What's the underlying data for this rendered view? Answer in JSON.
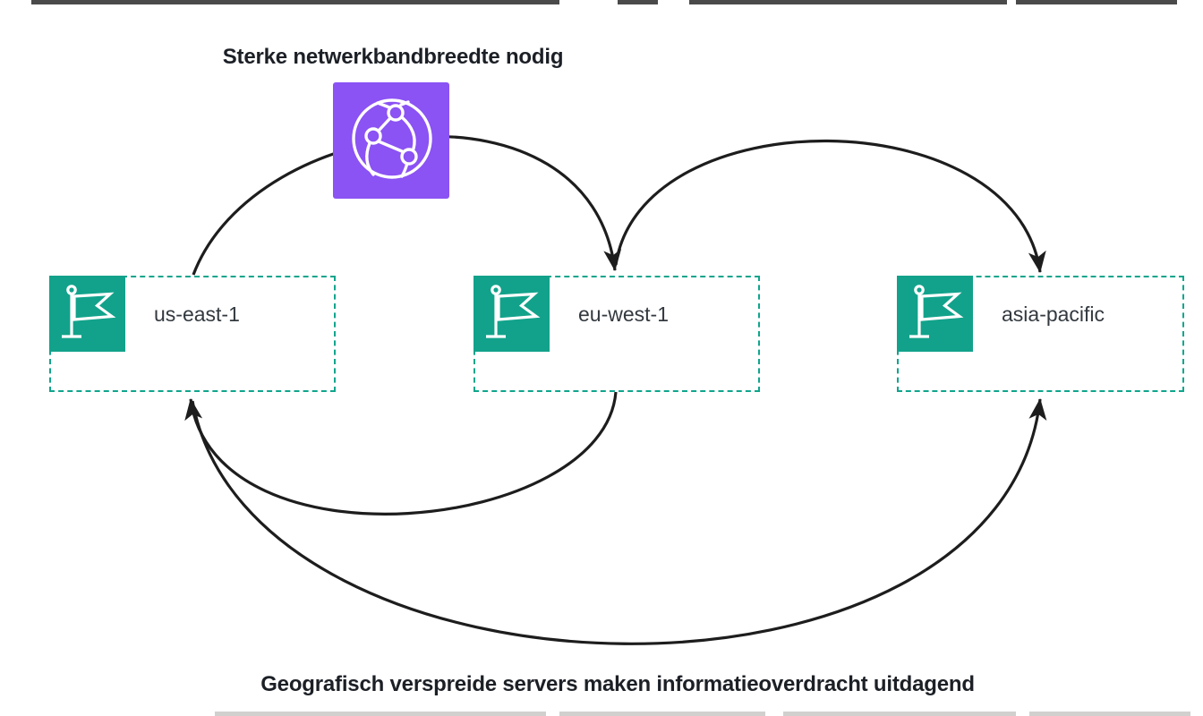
{
  "titles": {
    "top": "Sterke netwerkbandbreedte nodig",
    "bottom": "Geografisch verspreide servers maken informatieoverdracht uitdagend"
  },
  "regions": [
    {
      "label": "us-east-1"
    },
    {
      "label": "eu-west-1"
    },
    {
      "label": "asia-pacific"
    }
  ],
  "diagram_data": {
    "type": "network-diagram",
    "central_icon": "globe-network-icon",
    "node_icon": "flag-icon",
    "connections": [
      {
        "from": "us-east-1",
        "to": "eu-west-1",
        "via": "top arc behind network icon"
      },
      {
        "from": "eu-west-1",
        "to": "asia-pacific",
        "via": "top arc"
      },
      {
        "from": "eu-west-1",
        "to": "us-east-1",
        "via": "bottom arc"
      },
      {
        "from": "us-east-1",
        "to": "asia-pacific",
        "via": "large bottom arc"
      }
    ]
  },
  "colors": {
    "teal_border": "#0FA58C",
    "teal_fill": "#12A28B",
    "purple": "#8B52F4",
    "arrow": "#1d1d1d",
    "title_text": "#1c2026",
    "label_text": "#33393f"
  }
}
